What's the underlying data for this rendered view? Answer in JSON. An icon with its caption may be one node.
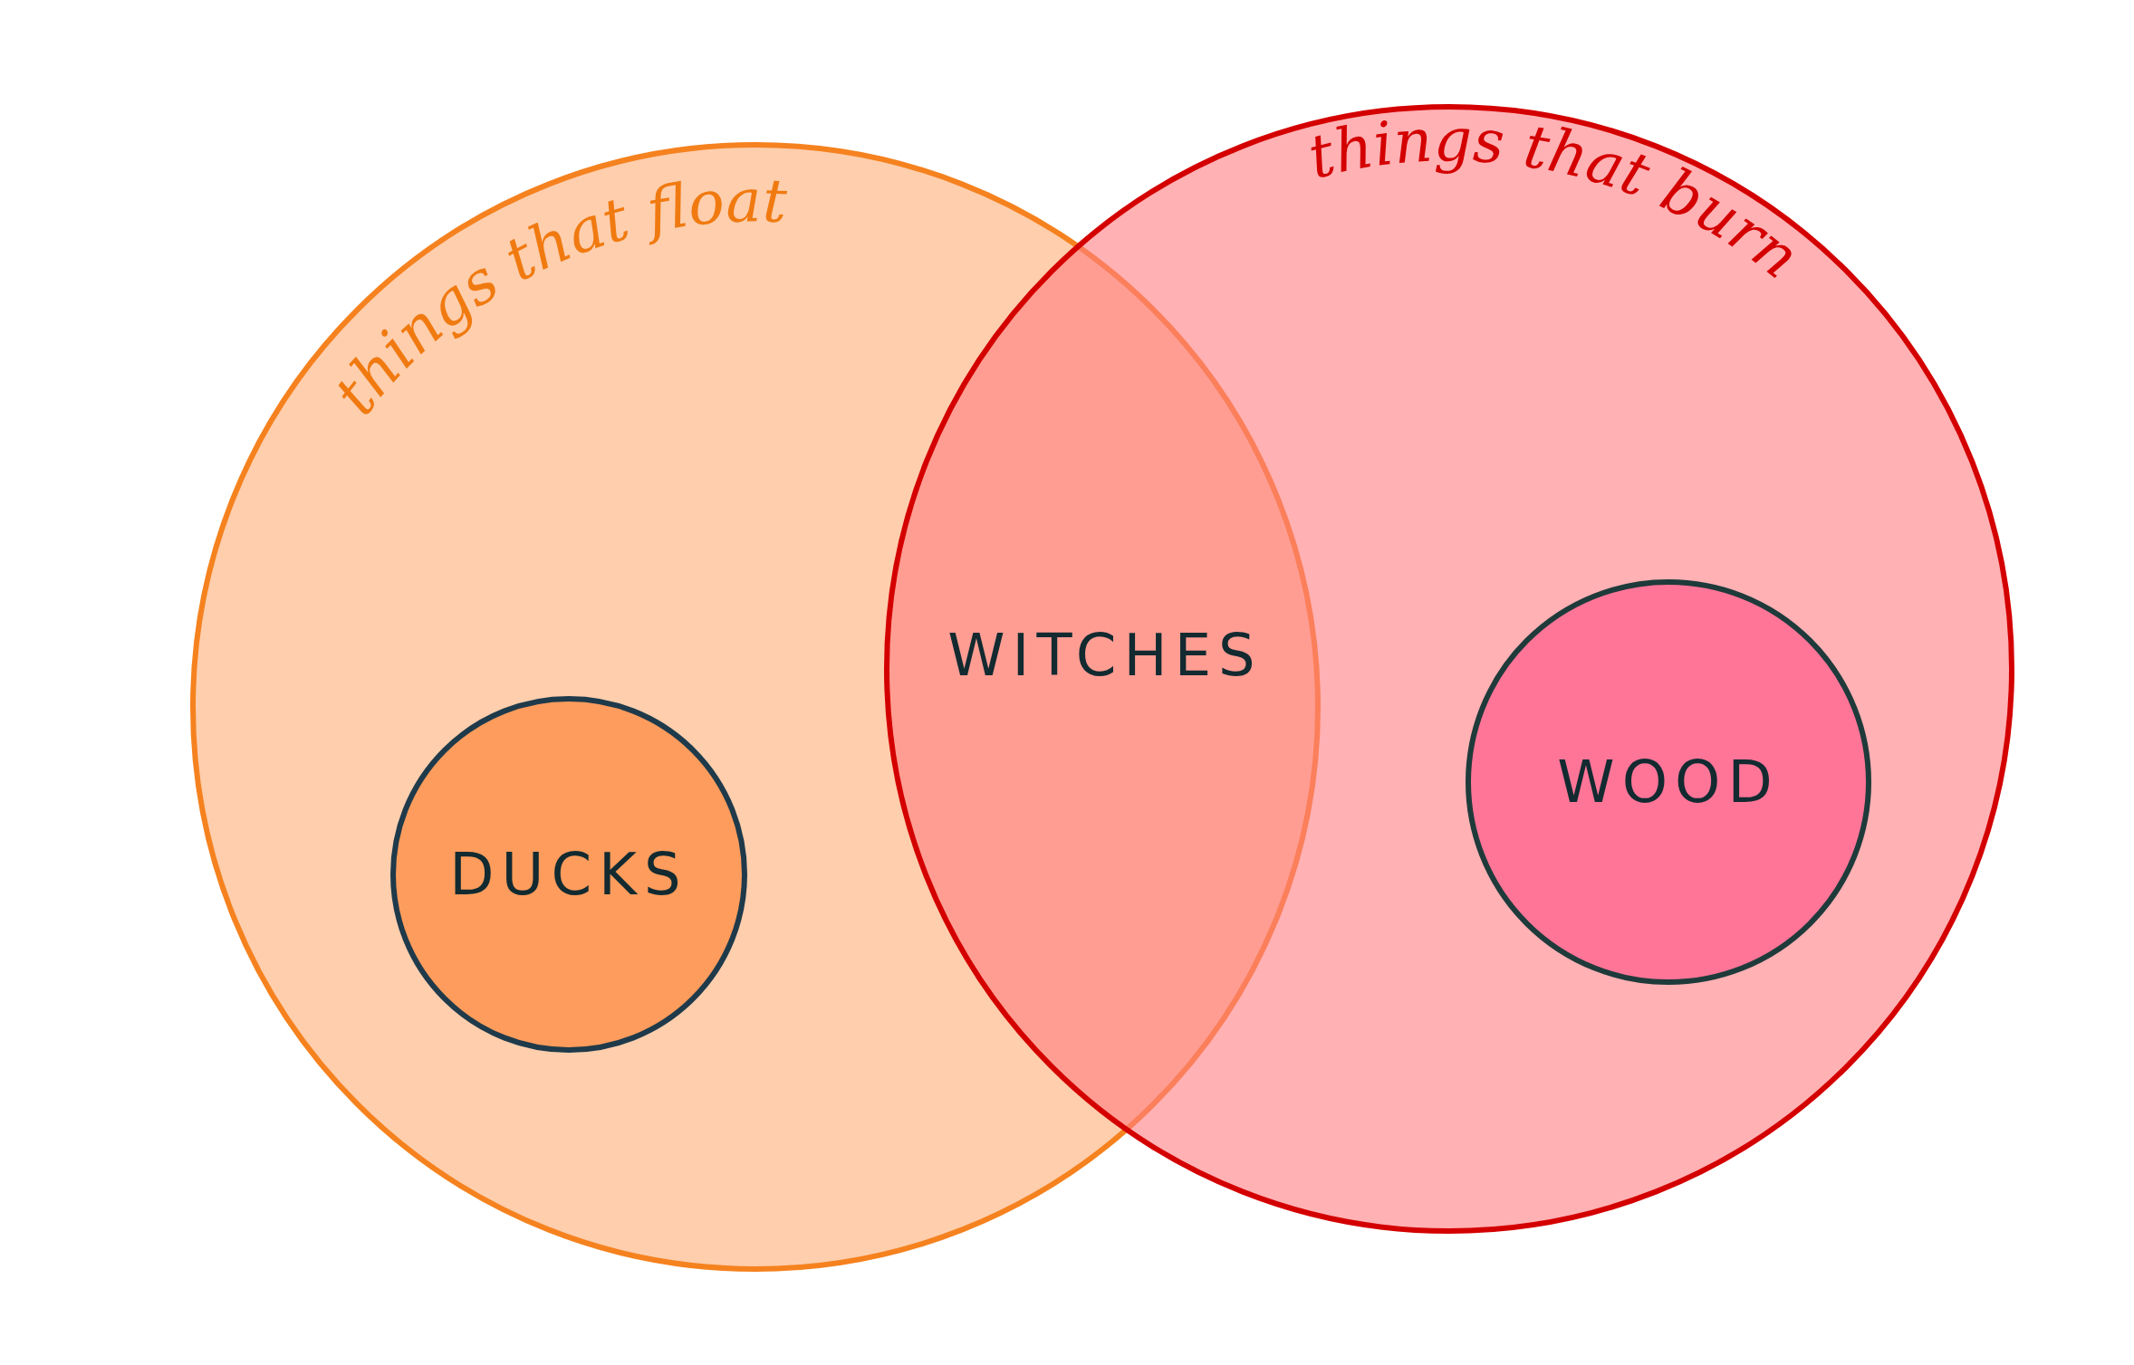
{
  "diagram": {
    "nodes": [
      {
        "text": [
          "things that float"
        ]
      },
      {
        "text": [
          "things that burn"
        ]
      },
      {
        "text": [
          "WITCHES"
        ]
      },
      {
        "text": [
          "DUCKS"
        ],
        "in": 0
      },
      {
        "text": [
          "WOOD"
        ],
        "in": 1
      }
    ]
  }
}
